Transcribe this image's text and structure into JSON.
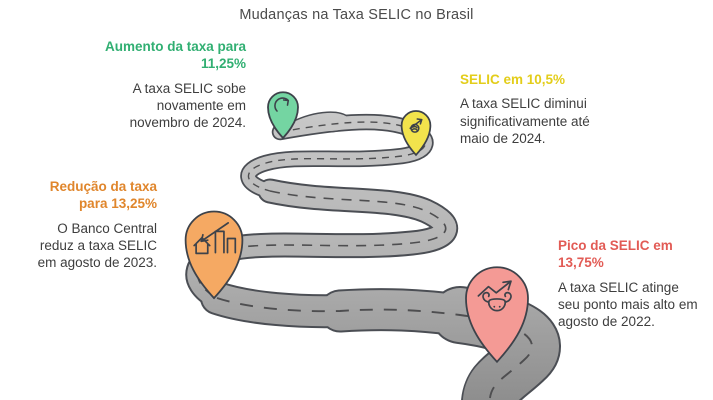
{
  "title": "Mudanças na Taxa SELIC no Brasil",
  "milestones": [
    {
      "id": "aumento-nov-2024",
      "heading": "Aumento da taxa para 11,25%",
      "body": "A taxa SELIC sobe novamente em novembro de 2024.",
      "color": "#31af72",
      "pin_color": "#74d5a2",
      "icon": "circular-up-arrow-icon"
    },
    {
      "id": "selic-maio-2024",
      "heading": "SELIC em 10,5%",
      "body": "A taxa SELIC diminui significativamente até maio de 2024.",
      "color": "#e3cd1a",
      "pin_color": "#f2e34c",
      "icon": "coin-up-arrow-icon"
    },
    {
      "id": "reducao-ago-2023",
      "heading": "Redução da taxa para 13,25%",
      "body": "O Banco Central reduz a taxa SELIC em agosto de 2023.",
      "color": "#e0862c",
      "pin_color": "#f5a963",
      "icon": "declining-chart-house-icon"
    },
    {
      "id": "pico-ago-2022",
      "heading": "Pico da SELIC em 13,75%",
      "body": "A taxa SELIC atinge seu ponto mais alto em agosto de 2022.",
      "color": "#e25b55",
      "pin_color": "#f49a95",
      "icon": "bull-market-up-arrow-icon"
    }
  ],
  "road": {
    "surface_top": "#c9c9c9",
    "surface_mid": "#b4b4b4",
    "surface_bottom": "#8e8e8e",
    "edge_color": "#4b4e54",
    "dash_color": "#4e4e50"
  },
  "pins": {
    "outline_color": "#3d424a"
  }
}
